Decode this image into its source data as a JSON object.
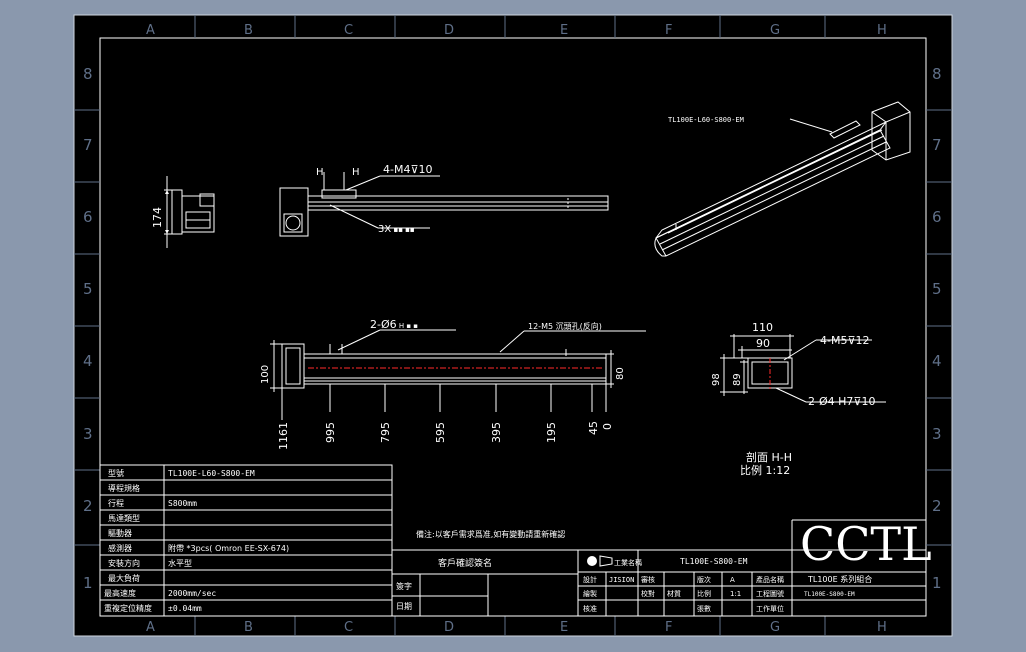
{
  "grid": {
    "columns": [
      "A",
      "B",
      "C",
      "D",
      "E",
      "F",
      "G",
      "H"
    ],
    "rows": [
      "8",
      "7",
      "6",
      "5",
      "4",
      "3",
      "2",
      "1"
    ]
  },
  "views": {
    "side": {
      "height": "174"
    },
    "top": {
      "tap_label": "4-M4",
      "tap_depth": "10",
      "h_marker": "H",
      "slot_label": "3X"
    },
    "front": {
      "pin_label": "2-Ø6",
      "counterbore_label": "12-M5 沉頭孔(反向)",
      "height_left": "100",
      "height_right": "80",
      "total_length": "1161",
      "stations": [
        "995",
        "795",
        "595",
        "395",
        "195",
        "45",
        "0"
      ]
    },
    "iso": {
      "model_label": "TL100E-L60-S800-EM"
    },
    "section": {
      "width_outer": "110",
      "width_inner": "90",
      "tap_label": "4-M5",
      "tap_depth": "12",
      "height_outer": "98",
      "height_inner": "89",
      "pin_label": "2-Ø4 H7",
      "pin_depth": "10",
      "title": "剖面 H-H",
      "scale": "比例 1:12"
    }
  },
  "spec_table": {
    "rows": [
      {
        "label": "型號",
        "value": "TL100E-L60-S800-EM"
      },
      {
        "label": "導程規格",
        "value": ""
      },
      {
        "label": "行程",
        "value": "S800mm"
      },
      {
        "label": "馬達類型",
        "value": ""
      },
      {
        "label": "驅動器",
        "value": ""
      },
      {
        "label": "感測器",
        "value": "附帶 *3pcs( Omron EE-SX-674)"
      },
      {
        "label": "安裝方向",
        "value": "水平型"
      },
      {
        "label": "最大負荷",
        "value": ""
      },
      {
        "label": "最高速度",
        "value": "2000mm/sec"
      },
      {
        "label": "重複定位精度",
        "value": "±0.04mm"
      }
    ]
  },
  "notes": {
    "text": "備注:以客戶需求爲准,如有變動請重新確認"
  },
  "approval": {
    "title": "客戶確認簽名",
    "sign_label": "簽字",
    "date_label": "日期"
  },
  "title_block": {
    "company_label": "工業名稱",
    "model_code": "TL100E-S800-EM",
    "brand": "CCTL",
    "drawing_title": "TL100E 系列組合",
    "drawing_number": "TL100E-S800-EM",
    "cells": {
      "design": "設計",
      "designer": "JISION",
      "review": "審核",
      "check": "校對",
      "approve": "核准",
      "version_label": "版次",
      "version": "A",
      "material_label": "材質",
      "scale_label": "比例",
      "scale_value": "1:1",
      "drawing_label": "工程圖號",
      "name_label": "產品名稱",
      "drawn": "繪製",
      "sheet": "張數",
      "unit_label": "工作單位"
    }
  },
  "colors": {
    "background": "#8a98ad",
    "sheet": "#000000",
    "line": "#ffffff",
    "centerline": "#ff2a2a",
    "frame": "#cfd6e0",
    "grid_text": "#6a7a94"
  }
}
